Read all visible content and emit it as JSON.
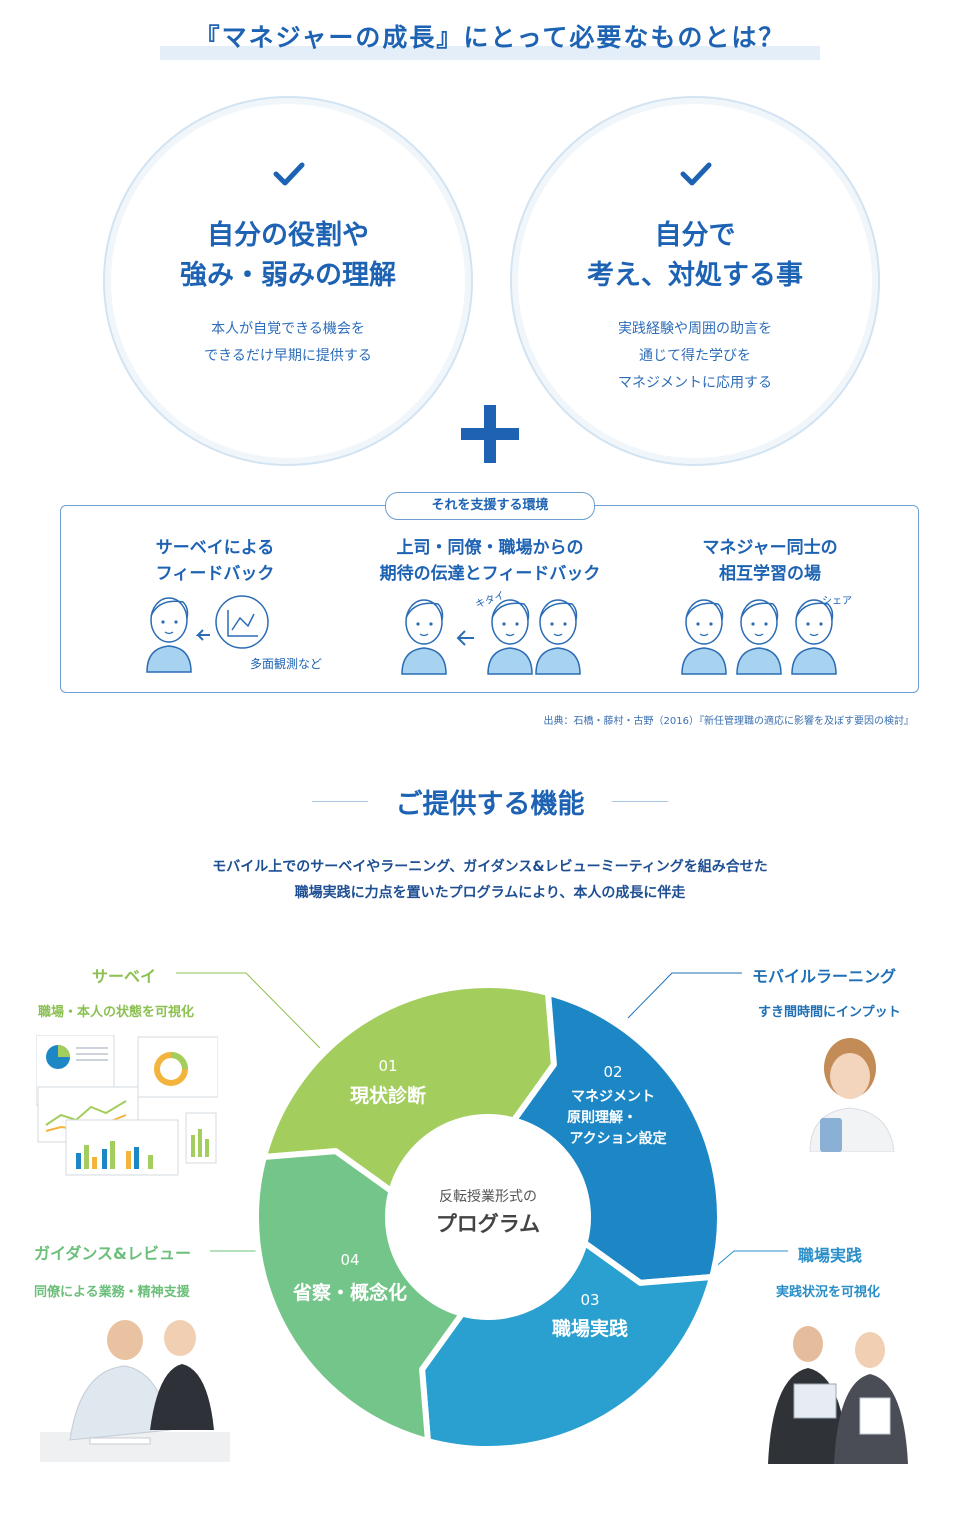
{
  "header": {
    "title": "『マネジャーの成長』にとって必要なものとは？"
  },
  "circles": [
    {
      "lines": [
        "自分の役割や",
        "強み・弱みの理解"
      ],
      "desc": [
        "本人が自覚できる機会を",
        "できるだけ早期に提供する"
      ]
    },
    {
      "lines": [
        "自分で",
        "考え、対処する事"
      ],
      "desc": [
        "実践経験や周囲の助言を",
        "通じて得た学びを",
        "マネジメントに応用する"
      ]
    }
  ],
  "environment": {
    "tag": "それを支援する環境",
    "items": [
      {
        "lines": [
          "サーベイによる",
          "フィードバック"
        ],
        "note": "多面観測など"
      },
      {
        "lines": [
          "上司・同僚・職場からの",
          "期待の伝達とフィードバック"
        ],
        "note": "キタイ"
      },
      {
        "lines": [
          "マネジャー同士の",
          "相互学習の場"
        ],
        "note": "シェア"
      }
    ]
  },
  "source": "出典：石橋・藤村・古野（2016）『新任管理職の適応に影響を及ぼす要因の検討』",
  "features": {
    "title": "ご提供する機能",
    "lead": [
      "モバイル上でのサーベイやラーニング、ガイダンス&レビューミーティングを組み合せた",
      "職場実践に力点を置いたプログラムにより、本人の成長に伴走"
    ],
    "items": [
      {
        "name": "サーベイ",
        "sub": "職場・本人の状態を可視化",
        "color": "#8cc152"
      },
      {
        "name": "モバイルラーニング",
        "sub": "すき間時間にインプット",
        "color": "#1e6fb5"
      },
      {
        "name": "ガイダンス&レビュー",
        "sub": "同僚による業務・精神支援",
        "color": "#6cbf7a"
      },
      {
        "name": "職場実践",
        "sub": "実践状況を可視化",
        "color": "#2a8fc8"
      }
    ],
    "cycle": {
      "center": [
        "反転授業形式の",
        "プログラム"
      ],
      "segments": [
        {
          "num": "01",
          "lines": [
            "現状診断"
          ]
        },
        {
          "num": "02",
          "lines": [
            "マネジメント",
            "原則理解・",
            "アクション設定"
          ]
        },
        {
          "num": "03",
          "lines": [
            "職場実践"
          ]
        },
        {
          "num": "04",
          "lines": [
            "省察・概念化"
          ]
        }
      ]
    }
  },
  "colors": {
    "blue": "#1e63b3",
    "green1": "#a3cd5c",
    "blue2": "#1d87c6",
    "blue3": "#29a0cf",
    "green2": "#74c58a"
  }
}
